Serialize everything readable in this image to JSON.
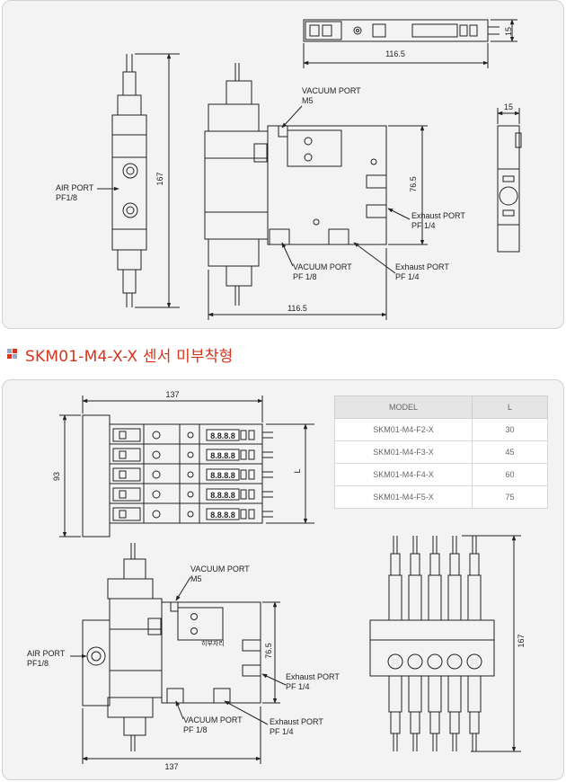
{
  "section_title": "SKM01-M4-X-X 센서 미부착형",
  "colors": {
    "accent": "#d4351c",
    "icon_a": "#d4351c",
    "icon_b": "#9aa7bd",
    "line": "#222222"
  },
  "top": {
    "w_dim": "116.5",
    "h_dim": "15",
    "vac_m5_a": "VACUUM PORT",
    "vac_m5_b": "M5",
    "air_a": "AIR PORT",
    "air_b": "PF1/8",
    "h167": "167",
    "h765": "76.5",
    "exh_side_a": "Exhaust PORT",
    "exh_side_b": "PF 1/4",
    "vac_pf_a": "VACUUM PORT",
    "vac_pf_b": "PF 1/8",
    "exh_bot_a": "Exhaust PORT",
    "exh_bot_b": "PF 1/4",
    "w_bot": "116.5",
    "side_w": "15"
  },
  "bottom": {
    "w137_top": "137",
    "h93": "93",
    "l_label": "L",
    "display_digits": "8.8.8.8",
    "vac_m5_a": "VACUUM PORT",
    "vac_m5_b": "M5",
    "air_a": "AIR PORT",
    "air_b": "PF1/8",
    "h765": "76.5",
    "blank_label": "히부자리",
    "exh_side_a": "Exhaust PORT",
    "exh_side_b": "PF 1/4",
    "vac_pf_a": "VACUUM PORT",
    "vac_pf_b": "PF 1/8",
    "exh_bot_a": "Exhaust PORT",
    "exh_bot_b": "PF 1/4",
    "w137_bot": "137",
    "h167": "167"
  },
  "table": {
    "headers": [
      "MODEL",
      "L"
    ],
    "rows": [
      [
        "SKM01-M4-F2-X",
        "30"
      ],
      [
        "SKM01-M4-F3-X",
        "45"
      ],
      [
        "SKM01-M4-F4-X",
        "60"
      ],
      [
        "SKM01-M4-F5-X",
        "75"
      ]
    ]
  }
}
